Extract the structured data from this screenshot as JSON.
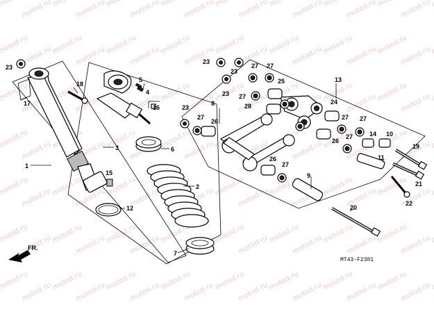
{
  "watermark": "motod.ru",
  "diagram_code": "MT43-F2301",
  "direction_label": "FR.",
  "callouts": [
    "1",
    "2",
    "3",
    "4",
    "5",
    "6",
    "7",
    "8",
    "9",
    "10",
    "11",
    "12",
    "13",
    "14",
    "15",
    "16",
    "17",
    "18",
    "19",
    "20",
    "21",
    "22",
    "23",
    "24",
    "25",
    "26",
    "27",
    "28"
  ]
}
